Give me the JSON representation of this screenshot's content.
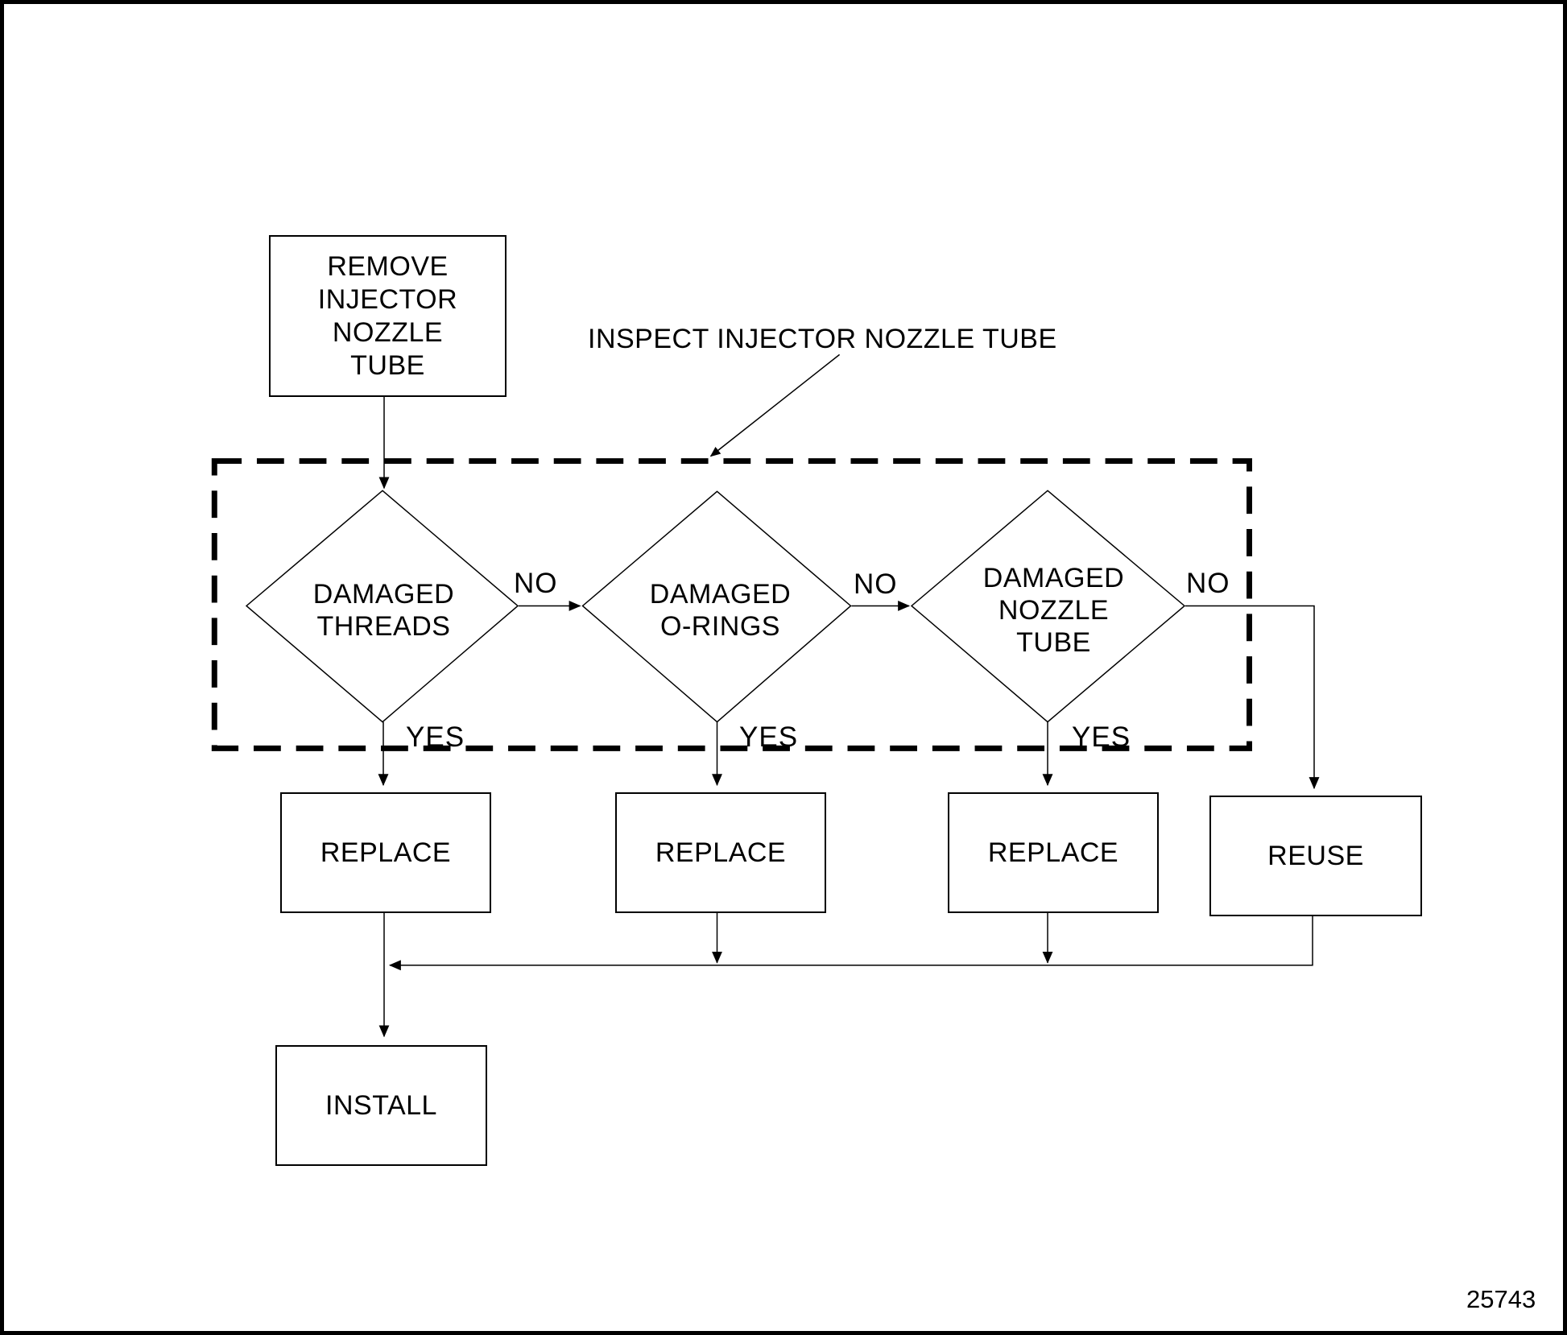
{
  "figure": {
    "number": "25743"
  },
  "flowchart": {
    "annotation_label": "INSPECT INJECTOR NOZZLE TUBE",
    "nodes": {
      "remove": "REMOVE\nINJECTOR\nNOZZLE\nTUBE",
      "damaged_threads": "DAMAGED\nTHREADS",
      "damaged_orings": "DAMAGED\nO-RINGS",
      "damaged_nozzle_tube": "DAMAGED\nNOZZLE\nTUBE",
      "replace_threads": "REPLACE",
      "replace_orings": "REPLACE",
      "replace_nozzle_tube": "REPLACE",
      "reuse": "REUSE",
      "install": "INSTALL"
    },
    "edge_labels": {
      "no_threads": "NO",
      "no_orings": "NO",
      "no_nozzle_tube": "NO",
      "yes_threads": "YES",
      "yes_orings": "YES",
      "yes_nozzle_tube": "YES"
    },
    "colors": {
      "line": "#000000",
      "background": "#ffffff"
    }
  }
}
